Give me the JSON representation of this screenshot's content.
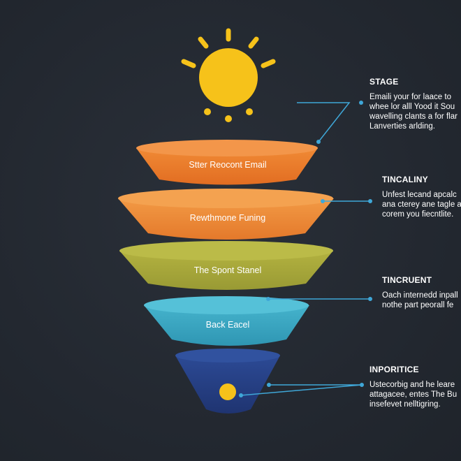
{
  "colors": {
    "background": "#232830",
    "sun": "#f6c21a",
    "connector": "#3fa7d8",
    "layer_orange": "#ec7a2c",
    "layer_orange_light": "#ef8c3a",
    "layer_olive": "#a9a93a",
    "layer_teal": "#3aa9c4",
    "layer_navy": "#263f86"
  },
  "icons": {
    "sun": "sun-icon",
    "dot": "circle-dot-icon"
  },
  "layers": [
    {
      "label": "Stter Reocont Email",
      "color": "orange"
    },
    {
      "label": "Rewthmone Funing",
      "color": "orange-light"
    },
    {
      "label": "The Spont Stanel",
      "color": "olive"
    },
    {
      "label": "Back Eacel",
      "color": "teal"
    },
    {
      "label": "",
      "color": "navy"
    }
  ],
  "callouts": [
    {
      "title": "STAGE",
      "lines": [
        "Emaili your for laace to",
        "whee lor alll Yood it Sou",
        "wavelling clants a for flar",
        "Lanverties arlding."
      ]
    },
    {
      "title": "TINCALINY",
      "lines": [
        "Unfest lecand apcalc",
        "ana cterey ane tagle a",
        "corem you fiecntlite."
      ]
    },
    {
      "title": "TINCRUENT",
      "lines": [
        "Oach internedd inpall",
        "nothe part peorall fe"
      ]
    },
    {
      "title": "INPORITICE",
      "lines": [
        "Ustecorbig and he leare",
        "attagacee, entes The Bu",
        "insefevet nelltigring."
      ]
    }
  ]
}
